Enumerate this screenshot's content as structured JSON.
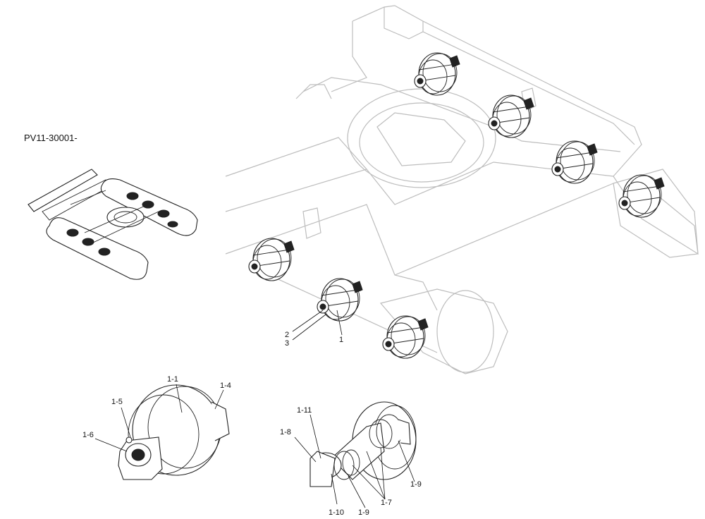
{
  "drawing": {
    "serial_code": "PV11-30001-"
  },
  "callouts": {
    "main": [
      {
        "id": "c-2",
        "text": "2"
      },
      {
        "id": "c-3",
        "text": "3"
      },
      {
        "id": "c-1",
        "text": "1"
      }
    ],
    "detail_a": [
      {
        "id": "c-1-1",
        "text": "1-1"
      },
      {
        "id": "c-1-4",
        "text": "1-4"
      },
      {
        "id": "c-1-5",
        "text": "1-5"
      },
      {
        "id": "c-1-6",
        "text": "1-6"
      }
    ],
    "detail_b": [
      {
        "id": "c-1-11",
        "text": "1-11"
      },
      {
        "id": "c-1-8",
        "text": "1-8"
      },
      {
        "id": "c-1-9a",
        "text": "1-9"
      },
      {
        "id": "c-1-9b",
        "text": "1-9"
      },
      {
        "id": "c-1-10",
        "text": "1-10"
      },
      {
        "id": "c-1-7",
        "text": "1-7"
      }
    ]
  }
}
